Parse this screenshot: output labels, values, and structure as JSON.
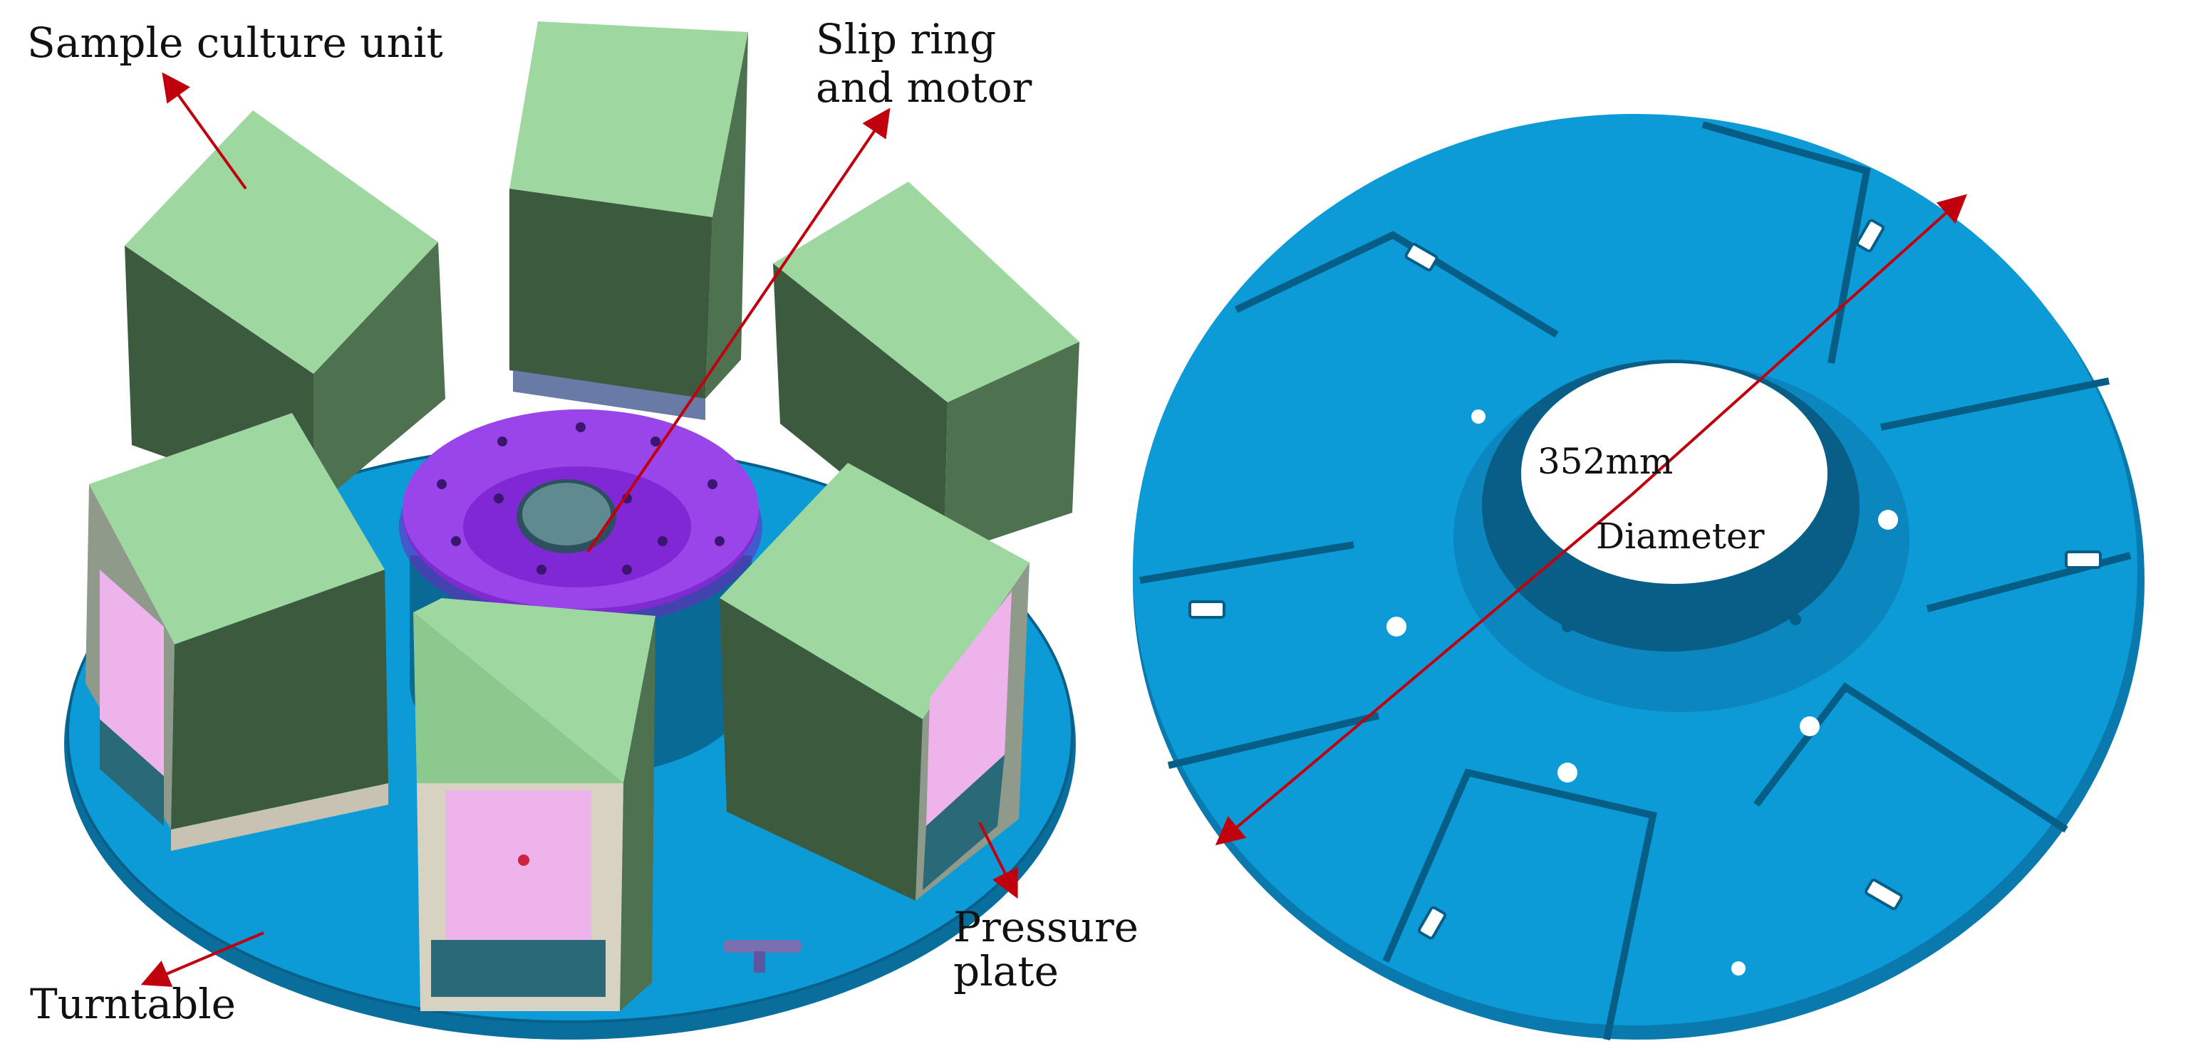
{
  "labels": {
    "sample_culture_unit": "Sample culture unit",
    "slip_ring_line1": "Slip ring",
    "slip_ring_line2": "and motor",
    "pressure_line1": "Pressure",
    "pressure_line2": "plate",
    "turntable": "Turntable",
    "dimension_value": "352mm",
    "dimension_name": "Diameter"
  },
  "colors": {
    "disc_blue": "#0d9bd8",
    "disc_edge": "#0a6e9c",
    "box_top": "#9ed8a0",
    "box_side_dark": "#3c5b3e",
    "box_side_mid": "#4e7150",
    "hub_purple": "#8c35e0",
    "window_pink": "#efb3ec",
    "arrow_red": "#c0000c"
  }
}
